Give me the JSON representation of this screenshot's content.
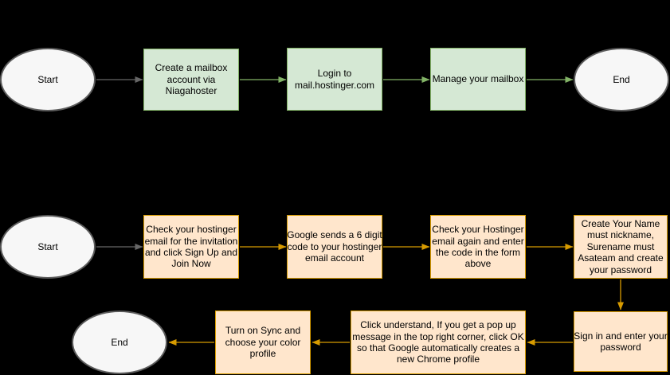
{
  "background_color": "#000000",
  "text_color": "#000000",
  "start_arrow_color": "#666666",
  "terminal": {
    "fill": "#f7f7f7",
    "stroke": "#5b5b5b"
  },
  "flow_mailbox": {
    "start_label": "Start",
    "step1": "Create a mailbox account via Niagahoster",
    "step2": "Login to mail.hostinger.com",
    "step3": "Manage your mailbox",
    "end_label": "End",
    "box_fill": "#d5e8d4",
    "box_stroke": "#82b366",
    "arrow_color": "#82b366"
  },
  "flow_google": {
    "start_label": "Start",
    "step1": "Check your hostinger email for the invitation and click Sign Up and Join Now",
    "step2": "Google sends a 6 digit code to your hostinger email account",
    "step3": "Check your Hostinger email again and enter the code in the form above",
    "step4": "Create Your Name must nickname, Surename must Asateam and create your password",
    "step5": "Sign in and enter your password",
    "step6": "Click understand, If you get a pop up message in the top right corner, click OK so that Google automatically creates a new Chrome profile",
    "step7": "Turn on Sync and choose your color profile",
    "end_label": "End",
    "box_fill": "#ffe6cc",
    "box_stroke": "#d79b00",
    "arrow_color": "#d79b00"
  }
}
